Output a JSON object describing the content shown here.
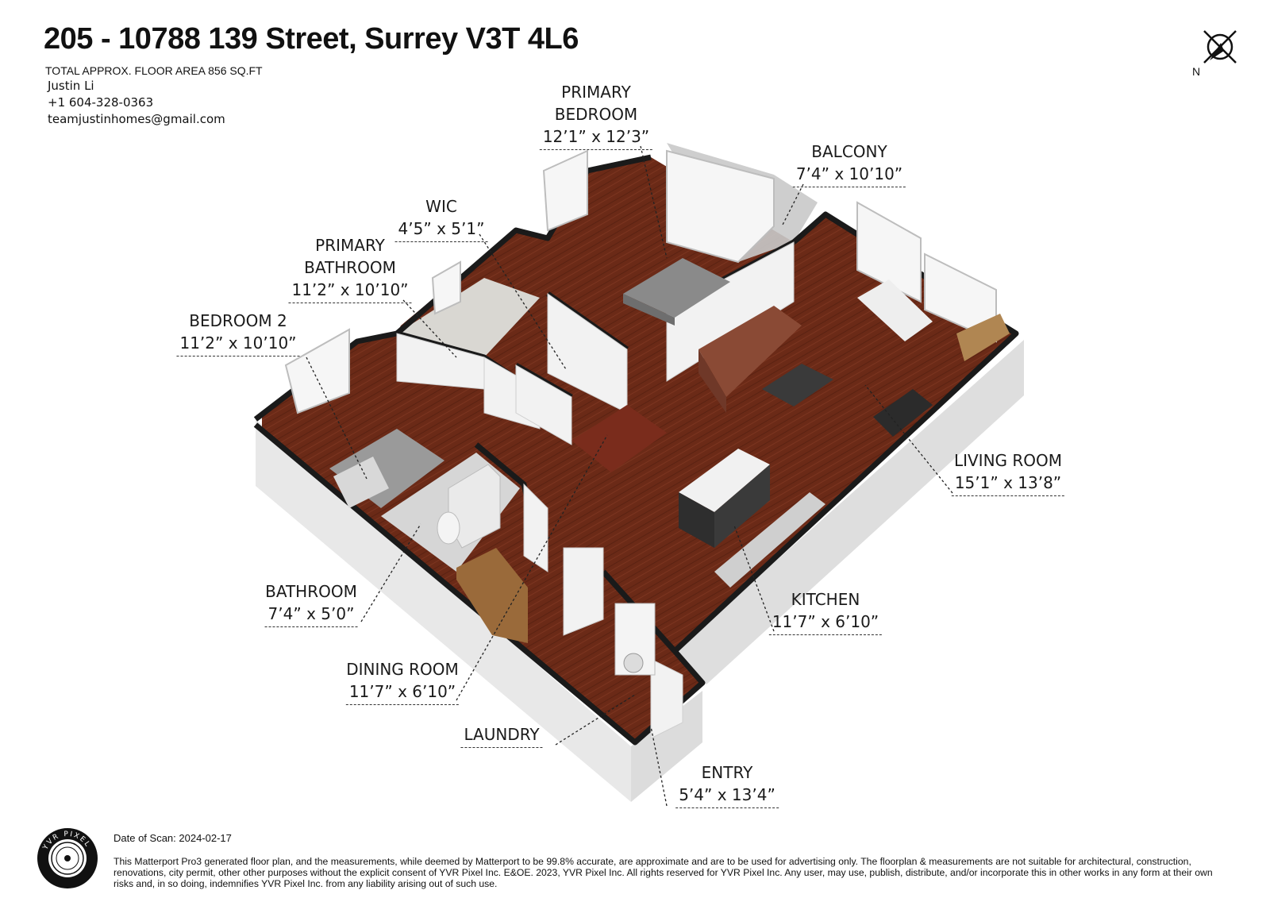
{
  "header": {
    "address": "205 - 10788 139 Street, Surrey V3T 4L6",
    "floor_area": "TOTAL APPROX. FLOOR AREA 856 SQ.FT",
    "agent_name": "Justin Li",
    "agent_phone": "+1 604-328-0363",
    "agent_email": "teamjustinhomes@gmail.com"
  },
  "compass": {
    "label": "N",
    "icon": "north-arrow-icon"
  },
  "rooms": [
    {
      "name": "PRIMARY\nBEDROOM",
      "line1": "PRIMARY",
      "line2": "BEDROOM",
      "dims": "12’1” x 12’3”"
    },
    {
      "name": "BALCONY",
      "dims": "7’4” x 10’10”"
    },
    {
      "name": "WIC",
      "dims": "4’5” x 5’1”"
    },
    {
      "line1": "PRIMARY",
      "line2": "BATHROOM",
      "dims": "11’2” x 10’10”"
    },
    {
      "name": "BEDROOM 2",
      "dims": "11’2” x 10’10”"
    },
    {
      "name": "LIVING ROOM",
      "dims": "15’1” x 13’8”"
    },
    {
      "name": "BATHROOM",
      "dims": "7’4” x 5’0”"
    },
    {
      "name": "KITCHEN",
      "dims": "11’7” x 6’10”"
    },
    {
      "name": "DINING ROOM",
      "dims": "11’7” x 6’10”"
    },
    {
      "name": "LAUNDRY",
      "dims": ""
    },
    {
      "name": "ENTRY",
      "dims": "5’4” x 13’4”"
    }
  ],
  "footer": {
    "date_of_scan": "Date of Scan: 2024-02-17",
    "disclaimer": "This Matterport Pro3 generated floor plan, and the measurements, while deemed by Matterport to be 99.8% accurate, are approximate and are to be used for advertising only. The floorplan & measurements are not suitable for architectural, construction, renovations, city permit, other other purposes without the explicit consent of YVR Pixel Inc. E&OE. 2023, YVR Pixel Inc. All rights reserved for YVR Pixel Inc. Any user, may use, publish, distribute, and/or incorporate this in other works in any form at their own risks and, in so doing, indemnifies YVR Pixel Inc. from any liability arising out of such use.",
    "logo_text": "YVR PIXEL"
  },
  "colors": {
    "floor": "#6b2a17",
    "wall_top": "#1a1a1a",
    "wall_face": "#e9e9e9"
  }
}
